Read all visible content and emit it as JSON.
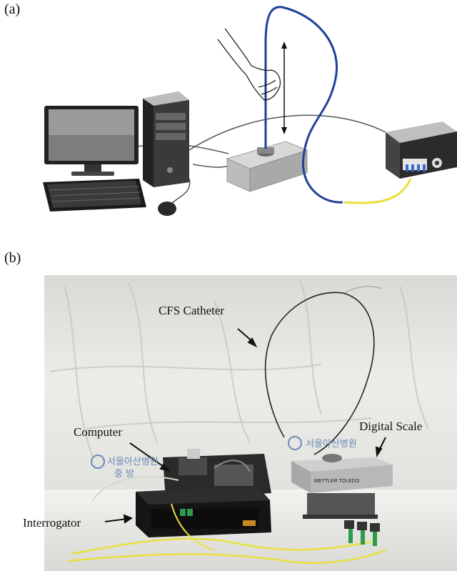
{
  "panel_a": {
    "label": "(a)"
  },
  "panel_b": {
    "label": "(b)",
    "callouts": {
      "catheter": "CFS Catheter",
      "computer": "Computer",
      "scale": "Digital Scale",
      "interrogator": "Interrogator"
    },
    "banner_text": [
      "서울아산병원",
      "중 방",
      "서울아산병원"
    ],
    "scale_brand": "METTLER TOLEDO"
  },
  "colors": {
    "catheter_blue": "#1f3f9a",
    "fiber_yellow": "#e8e040",
    "drape_white": "#e9e9e6",
    "connector_green": "#2f9a4a"
  }
}
